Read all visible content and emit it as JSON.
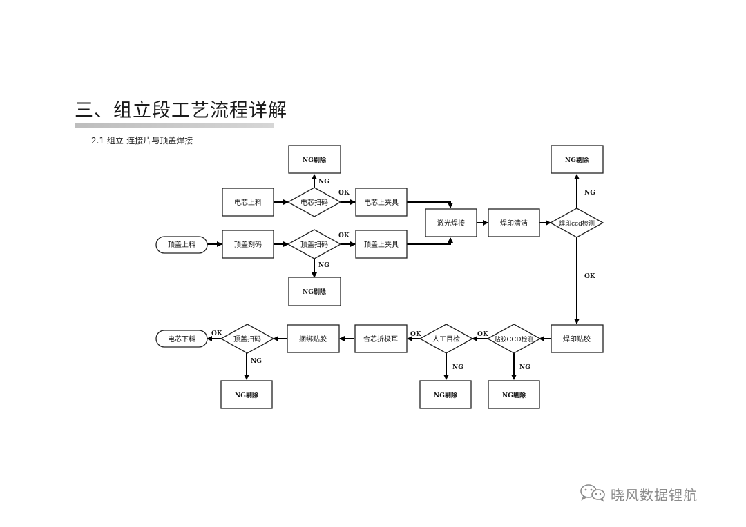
{
  "page": {
    "title": "三、组立段工艺流程详解",
    "subtitle": "2.1 组立-连接片与顶盖焊接"
  },
  "flowchart": {
    "nodes": [
      {
        "id": "ng1",
        "shape": "rect",
        "label": "NG剔除"
      },
      {
        "id": "ng2",
        "shape": "rect",
        "label": "NG剔除"
      },
      {
        "id": "cell_load",
        "shape": "rect",
        "label": "电芯上料"
      },
      {
        "id": "cell_scan",
        "shape": "diamond",
        "label": "电芯扫码"
      },
      {
        "id": "cell_fixture",
        "shape": "rect",
        "label": "电芯上夹具"
      },
      {
        "id": "laser_weld",
        "shape": "rect",
        "label": "激光焊接"
      },
      {
        "id": "weld_clean",
        "shape": "rect",
        "label": "焊印清洁"
      },
      {
        "id": "weld_ccd",
        "shape": "diamond",
        "label": "焊印ccd检测"
      },
      {
        "id": "cap_load",
        "shape": "terminal",
        "label": "顶盖上料"
      },
      {
        "id": "cap_engrave",
        "shape": "rect",
        "label": "顶盖刻码"
      },
      {
        "id": "cap_scan",
        "shape": "diamond",
        "label": "顶盖扫码"
      },
      {
        "id": "cap_fixture",
        "shape": "rect",
        "label": "顶盖上夹具"
      },
      {
        "id": "ng3",
        "shape": "rect",
        "label": "NG剔除"
      },
      {
        "id": "cell_unload",
        "shape": "terminal",
        "label": "电芯下料"
      },
      {
        "id": "cap_scan2",
        "shape": "diamond",
        "label": "顶盖扫码"
      },
      {
        "id": "bind_tape",
        "shape": "rect",
        "label": "捆绑贴胶"
      },
      {
        "id": "fold_tab",
        "shape": "rect",
        "label": "合芯折极耳"
      },
      {
        "id": "manual_check",
        "shape": "diamond",
        "label": "人工目检"
      },
      {
        "id": "tape_ccd",
        "shape": "diamond",
        "label": "贴胶CCD检测"
      },
      {
        "id": "weld_tape",
        "shape": "rect",
        "label": "焊印贴胶"
      },
      {
        "id": "ng4",
        "shape": "rect",
        "label": "NG剔除"
      },
      {
        "id": "ng5",
        "shape": "rect",
        "label": "NG剔除"
      },
      {
        "id": "ng6",
        "shape": "rect",
        "label": "NG剔除"
      }
    ],
    "edge_labels": {
      "ok_cell_scan": "OK",
      "ng_cell_scan": "NG",
      "ok_cap_scan": "OK",
      "ng_cap_scan": "NG",
      "ng_weld_ccd": "NG",
      "ok_weld_ccd": "OK",
      "ok_tape_ccd": "OK",
      "ok_manual": "OK",
      "ok_cap_scan2": "OK",
      "ng_cap_scan2": "NG",
      "ng_manual": "NG",
      "ng_tape_ccd": "NG"
    }
  },
  "watermark": {
    "text": "晓风数据锂航",
    "icon": "wechat-icon",
    "color": "#8a8a8a"
  }
}
